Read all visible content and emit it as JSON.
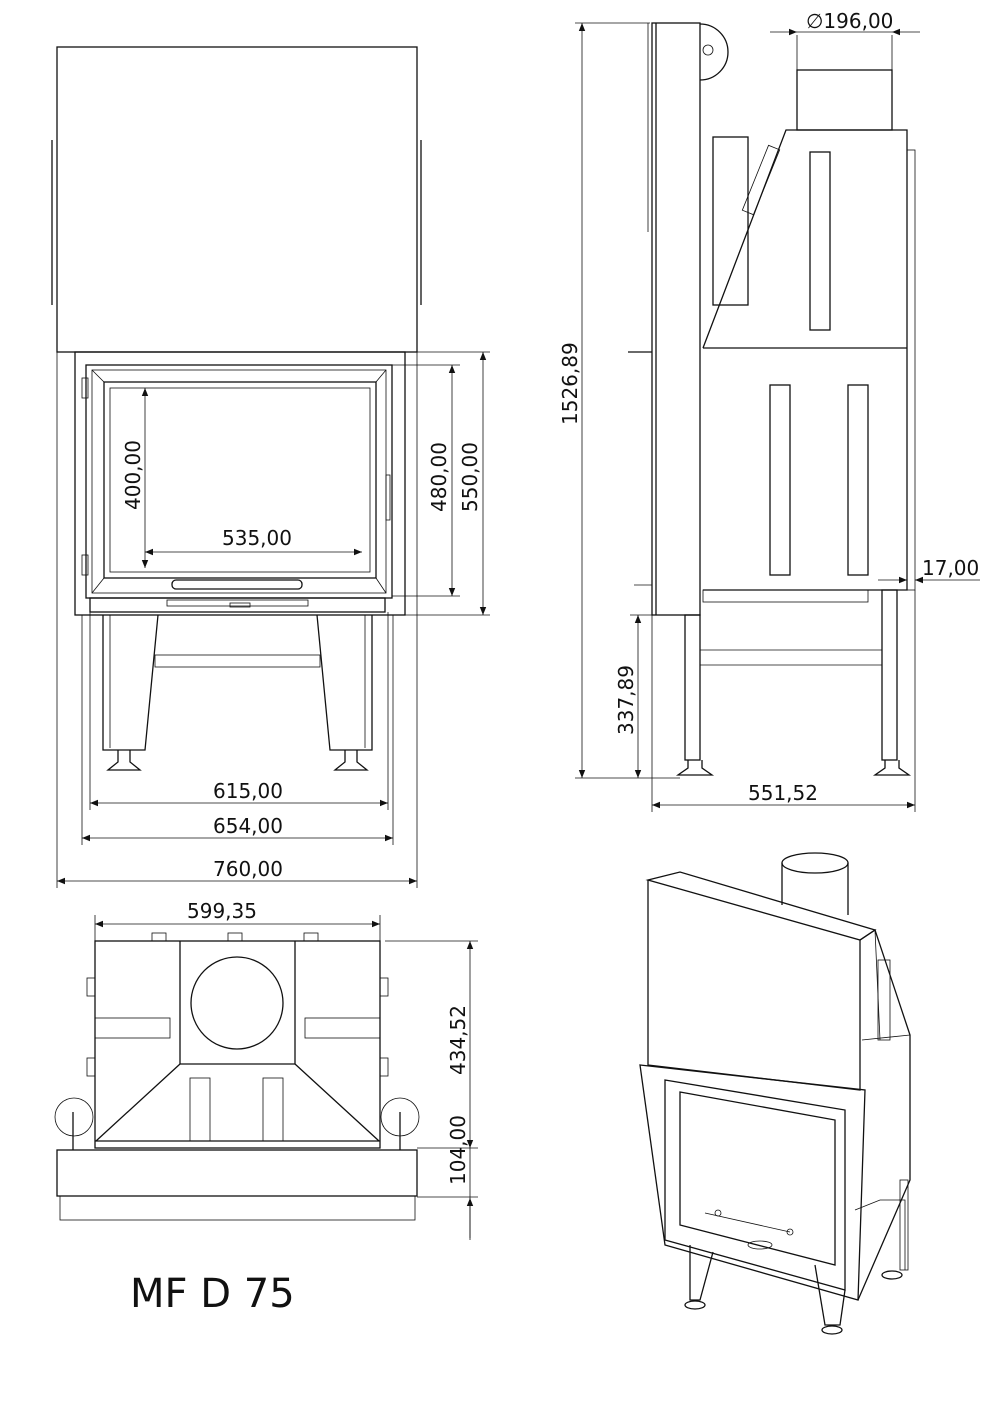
{
  "title": "MF D 75",
  "front_view": {
    "dims": {
      "glass_height": "400,00",
      "glass_width": "535,00",
      "door_height": "480,00",
      "frame_height": "550,00",
      "width_615": "615,00",
      "width_654": "654,00",
      "overall_width": "760,00"
    }
  },
  "side_view": {
    "dims": {
      "overall_height": "1526,89",
      "flue_diameter": "∅196,00",
      "offset": "17,00",
      "leg_height": "337,89",
      "depth": "551,52"
    }
  },
  "top_view": {
    "dims": {
      "width": "599,35",
      "depth": "434,52",
      "frame_depth": "104,00"
    }
  }
}
